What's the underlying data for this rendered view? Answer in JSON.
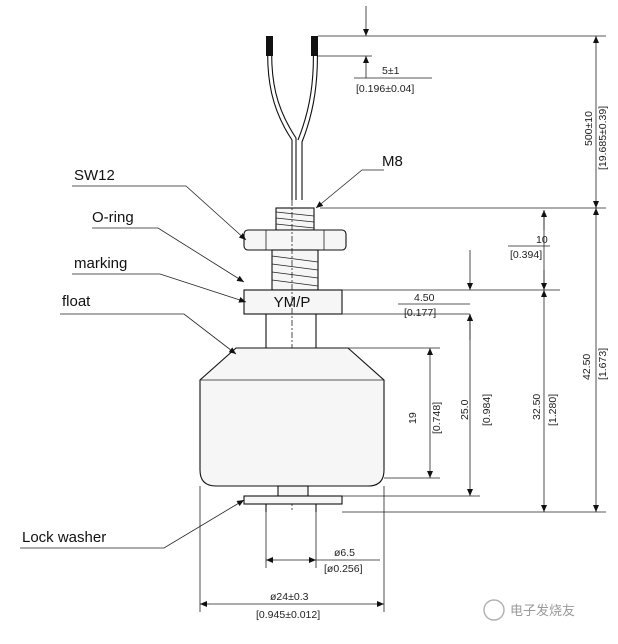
{
  "labels": {
    "sw12": "SW12",
    "oring": "O-ring",
    "marking": "marking",
    "float": "float",
    "lock_washer": "Lock washer",
    "m8": "M8",
    "nut_marking": "YM/P"
  },
  "dimensions": {
    "wire_strip": {
      "mm": "5±1",
      "inch": "[0.196±0.04]"
    },
    "wire_length": {
      "mm": "500±10",
      "inch": "[19.685±0.39]"
    },
    "thread_length": {
      "mm": "10",
      "inch": "[0.394]"
    },
    "nut_thickness": {
      "mm": "4.50",
      "inch": "[0.177]"
    },
    "float_height": {
      "mm": "19",
      "inch": "[0.748]"
    },
    "travel": {
      "mm": "25.0",
      "inch": "[0.984]"
    },
    "switch_point": {
      "mm": "32.50",
      "inch": "[1.280]"
    },
    "overall": {
      "mm": "42.50",
      "inch": "[1.673]"
    },
    "stem_dia": {
      "mm": "ø6.5",
      "inch": "[ø0.256]"
    },
    "float_dia": {
      "mm": "ø24±0.3",
      "inch": "[0.945±0.012]"
    }
  },
  "watermark": "电子发烧友"
}
